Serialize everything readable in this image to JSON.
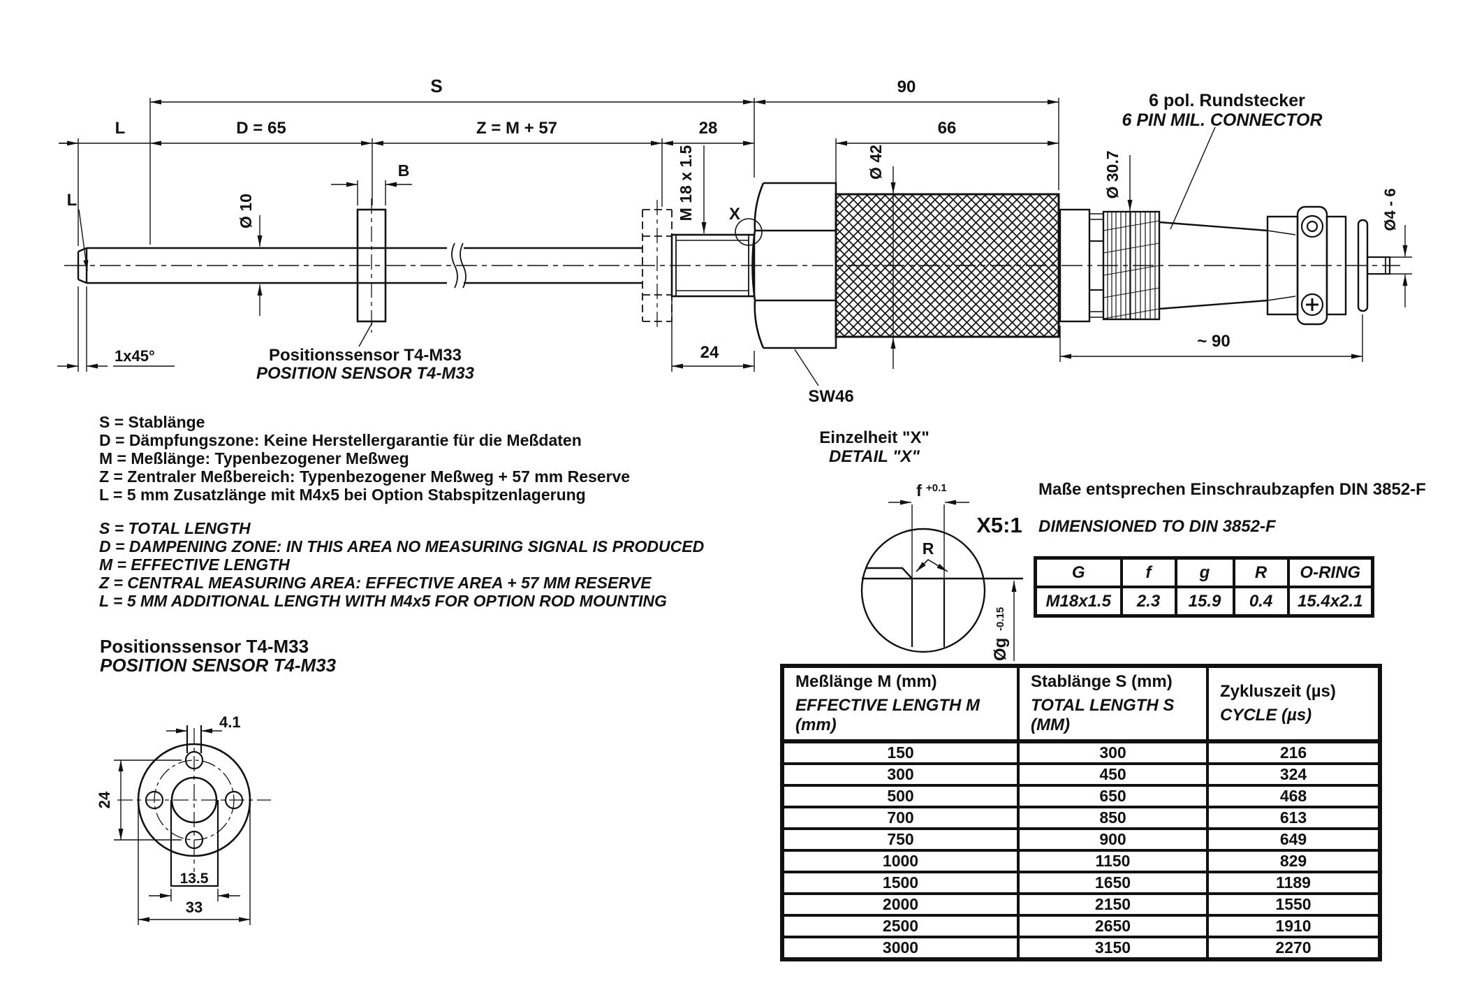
{
  "dimensions": {
    "s": "S",
    "seg90": "90",
    "l": "L",
    "d": "D = 65",
    "z": "Z = M + 57",
    "seg28": "28",
    "seg66": "66",
    "b": "B",
    "dia10": "Ø 10",
    "thread": "M 18 x 1.5",
    "x_mark": "X",
    "chamfer": "1x45°",
    "seg24": "24",
    "sw": "SW46",
    "dia42": "Ø 42",
    "dia307": "Ø 30.7",
    "approx90": "~ 90",
    "dia46": "Ø4 - 6"
  },
  "labels": {
    "connector_de": "6 pol. Rundstecker",
    "connector_en": "6 PIN MIL. CONNECTOR",
    "sensor_de": "Positionssensor T4-M33",
    "sensor_en": "POSITION SENSOR T4-M33"
  },
  "legend_de": [
    "S = Stablänge",
    "D = Dämpfungszone: Keine Herstellergarantie für die Meßdaten",
    "M = Meßlänge: Typenbezogener Meßweg",
    "Z = Zentraler Meßbereich: Typenbezogener Meßweg + 57 mm Reserve",
    "L = 5 mm Zusatzlänge mit M4x5 bei Option Stabspitzenlagerung"
  ],
  "legend_en": [
    "S = TOTAL LENGTH",
    "D = DAMPENING ZONE: IN THIS AREA NO MEASURING SIGNAL IS PRODUCED",
    "M = EFFECTIVE LENGTH",
    "Z = CENTRAL MEASURING AREA: EFFECTIVE AREA + 57 MM RESERVE",
    "L = 5 MM ADDITIONAL LENGTH WITH M4x5 FOR OPTION ROD MOUNTING"
  ],
  "detail": {
    "title_de": "Einzelheit \"X\"",
    "title_en": "DETAIL \"X\"",
    "scale": "X5:1",
    "f_dim": "f",
    "f_tol": "+0.1",
    "r_label": "R",
    "g_dim": "Øg",
    "g_tol": "-0.15",
    "note_de": "Maße entsprechen Einschraubzapfen DIN 3852-F",
    "note_en": "DIMENSIONED TO DIN 3852-F"
  },
  "fit_table": {
    "headers": [
      "G",
      "f",
      "g",
      "R",
      "O-RING"
    ],
    "values": [
      "M18x1.5",
      "2.3",
      "15.9",
      "0.4",
      "15.4x2.1"
    ]
  },
  "flange": {
    "title_de": "Positionssensor T4-M33",
    "title_en": "POSITION SENSOR T4-M33",
    "dim_slot": "4.1",
    "dim_holes": "24",
    "dim_tab": "13.5",
    "dim_od": "33"
  },
  "main_table": {
    "headers": [
      {
        "de": "Meßlänge M (mm)",
        "en": "EFFECTIVE LENGTH M (mm)"
      },
      {
        "de": "Stablänge S (mm)",
        "en": "TOTAL LENGTH S (MM)"
      },
      {
        "de": "Zykluszeit (µs)",
        "en": "CYCLE (µs)"
      }
    ],
    "rows": [
      [
        "150",
        "300",
        "216"
      ],
      [
        "300",
        "450",
        "324"
      ],
      [
        "500",
        "650",
        "468"
      ],
      [
        "700",
        "850",
        "613"
      ],
      [
        "750",
        "900",
        "649"
      ],
      [
        "1000",
        "1150",
        "829"
      ],
      [
        "1500",
        "1650",
        "1189"
      ],
      [
        "2000",
        "2150",
        "1550"
      ],
      [
        "2500",
        "2650",
        "1910"
      ],
      [
        "3000",
        "3150",
        "2270"
      ]
    ]
  }
}
